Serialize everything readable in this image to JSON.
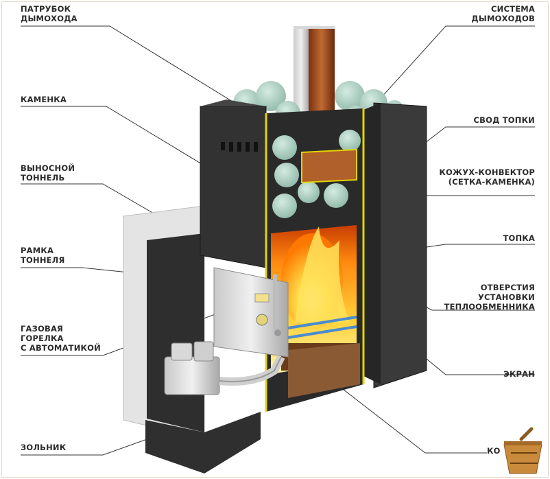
{
  "colors": {
    "label_text": "#2b2b2b",
    "leader_line": "#333333",
    "steel": "#2a2a2a",
    "insulation": "#e3d400",
    "fire": "#ff9a1a"
  },
  "labels": {
    "chimney_pipe": [
      "ПАТРУБОК",
      "ДЫМОХОДА"
    ],
    "stone_box": [
      "КАМЕНКА"
    ],
    "remote_tunnel": [
      "ВЫНОСНОЙ",
      "ТОННЕЛЬ"
    ],
    "tunnel_frame": [
      "РАМКА",
      "ТОННЕЛЯ"
    ],
    "gas_burner": [
      "ГАЗОВАЯ",
      "ГОРЕЛКА",
      "С АВТОМАТИКОЙ"
    ],
    "ash_box": [
      "ЗОЛЬНИК"
    ],
    "chimney_system": [
      "СИСТЕМА",
      "ДЫМОХОДОВ"
    ],
    "firebox_vault": [
      "СВОД ТОПКИ"
    ],
    "convector_casing": [
      "КОЖУХ-КОНВЕКТОР",
      "(СЕТКА-КАМЕНКА)"
    ],
    "firebox": [
      "ТОПКА"
    ],
    "heat_exchanger_holes": [
      "ОТВЕРСТИЯ",
      "УСТАНОВКИ",
      "ТЕПЛООБМЕННИКА"
    ],
    "screen": [
      "ЭКРАН"
    ],
    "grate_partial": [
      "КО"
    ]
  }
}
